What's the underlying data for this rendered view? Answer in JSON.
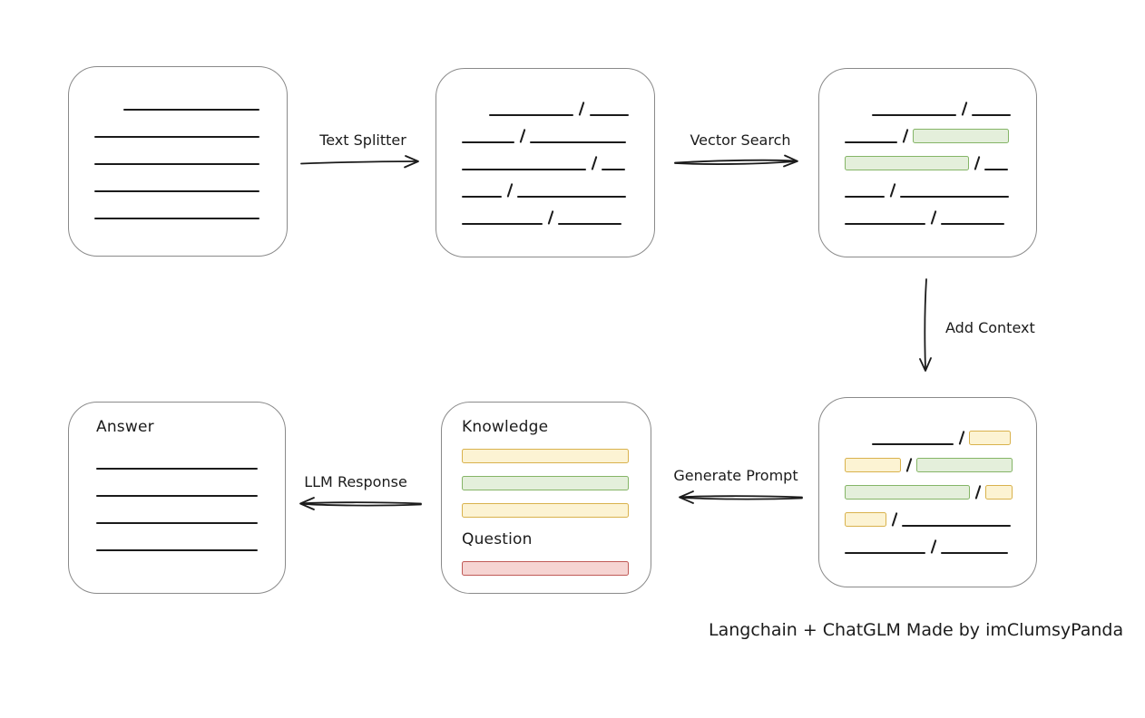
{
  "colors": {
    "canvas_bg": "#ffffff",
    "stroke": "#1b1b1b",
    "box_border": "#8a8a8a",
    "green_fill": "#e4efdb",
    "green_border": "#85b567",
    "yellow_fill": "#fcf3d3",
    "yellow_border": "#d9b24d",
    "red_fill": "#f6d4d2",
    "red_border": "#c05a57"
  },
  "nodes": {
    "document": {
      "rows": [
        [
          {
            "k": "sp",
            "w": 32
          },
          {
            "k": "ln",
            "w": 150
          }
        ],
        [
          {
            "k": "ln",
            "w": 182
          }
        ],
        [
          {
            "k": "ln",
            "w": 182
          }
        ],
        [
          {
            "k": "ln",
            "w": 182
          }
        ],
        [
          {
            "k": "ln",
            "w": 182
          }
        ]
      ]
    },
    "chunks": {
      "rows": [
        [
          {
            "k": "sp",
            "w": 30
          },
          {
            "k": "ln",
            "w": 95
          },
          {
            "k": "sl"
          },
          {
            "k": "ln",
            "w": 44
          }
        ],
        [
          {
            "k": "ln",
            "w": 58
          },
          {
            "k": "sl"
          },
          {
            "k": "ln",
            "w": 106
          }
        ],
        [
          {
            "k": "ln",
            "w": 137
          },
          {
            "k": "sl"
          },
          {
            "k": "ln",
            "w": 26
          }
        ],
        [
          {
            "k": "ln",
            "w": 44
          },
          {
            "k": "sl"
          },
          {
            "k": "ln",
            "w": 120
          }
        ],
        [
          {
            "k": "ln",
            "w": 89
          },
          {
            "k": "sl"
          },
          {
            "k": "ln",
            "w": 70
          }
        ]
      ]
    },
    "matches": {
      "rows": [
        [
          {
            "k": "sp",
            "w": 30
          },
          {
            "k": "ln",
            "w": 95
          },
          {
            "k": "sl"
          },
          {
            "k": "ln",
            "w": 44
          }
        ],
        [
          {
            "k": "ln",
            "w": 58
          },
          {
            "k": "sl"
          },
          {
            "k": "chip",
            "c": "green",
            "w": 106
          }
        ],
        [
          {
            "k": "chip",
            "c": "green",
            "w": 137
          },
          {
            "k": "sl"
          },
          {
            "k": "ln",
            "w": 26
          }
        ],
        [
          {
            "k": "ln",
            "w": 44
          },
          {
            "k": "sl"
          },
          {
            "k": "ln",
            "w": 120
          }
        ],
        [
          {
            "k": "ln",
            "w": 89
          },
          {
            "k": "sl"
          },
          {
            "k": "ln",
            "w": 70
          }
        ]
      ]
    },
    "context": {
      "rows": [
        [
          {
            "k": "sp",
            "w": 30
          },
          {
            "k": "ln",
            "w": 91
          },
          {
            "k": "sl"
          },
          {
            "k": "chip",
            "c": "yellow",
            "w": 46
          }
        ],
        [
          {
            "k": "chip",
            "c": "yellow",
            "w": 62
          },
          {
            "k": "sl"
          },
          {
            "k": "chip",
            "c": "green",
            "w": 106
          }
        ],
        [
          {
            "k": "chip",
            "c": "green",
            "w": 138
          },
          {
            "k": "sl"
          },
          {
            "k": "chip",
            "c": "yellow",
            "w": 30
          }
        ],
        [
          {
            "k": "chip",
            "c": "yellow",
            "w": 46
          },
          {
            "k": "sl"
          },
          {
            "k": "ln",
            "w": 121
          }
        ],
        [
          {
            "k": "ln",
            "w": 89
          },
          {
            "k": "sl"
          },
          {
            "k": "ln",
            "w": 74
          }
        ]
      ]
    },
    "prompt": {
      "knowledge_label": "Knowledge",
      "knowledge_bars": [
        "yellow",
        "green",
        "yellow"
      ],
      "question_label": "Question",
      "question_bars": [
        "red"
      ]
    },
    "answer": {
      "label": "Answer",
      "rows": [
        [
          {
            "k": "ln",
            "w": 180
          }
        ],
        [
          {
            "k": "ln",
            "w": 180
          }
        ],
        [
          {
            "k": "ln",
            "w": 180
          }
        ],
        [
          {
            "k": "ln",
            "w": 180
          }
        ]
      ]
    }
  },
  "arrows": {
    "text_splitter": {
      "label": "Text Splitter",
      "direction": "right"
    },
    "vector_search": {
      "label": "Vector Search",
      "direction": "right"
    },
    "add_context": {
      "label": "Add Context",
      "direction": "down"
    },
    "generate_prompt": {
      "label": "Generate Prompt",
      "direction": "left"
    },
    "llm_response": {
      "label": "LLM Response",
      "direction": "left"
    }
  },
  "caption": "Langchain + ChatGLM Made by imClumsyPanda"
}
